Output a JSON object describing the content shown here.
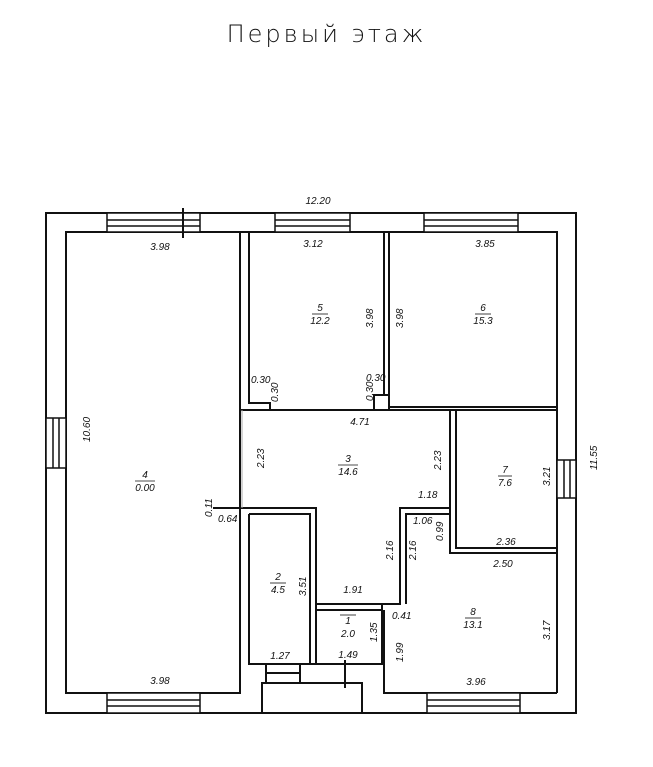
{
  "title": "Первый этаж",
  "overall": {
    "width": "12.20",
    "depth": "11.55"
  },
  "rooms": [
    {
      "number": "1",
      "area": "2.0"
    },
    {
      "number": "2",
      "area": "4.5"
    },
    {
      "number": "3",
      "area": "14.6"
    },
    {
      "number": "4",
      "area": "0.00"
    },
    {
      "number": "5",
      "area": "12.2"
    },
    {
      "number": "6",
      "area": "15.3"
    },
    {
      "number": "7",
      "area": "7.6"
    },
    {
      "number": "8",
      "area": "13.1"
    }
  ],
  "dims": {
    "r4_top": "3.98",
    "r4_bottom": "3.98",
    "r4_side": "10.60",
    "r5_top": "3.12",
    "r5_side": "3.98",
    "r6_top": "3.85",
    "r6_side": "3.98",
    "col_a_w": "0.30",
    "col_a_h": "0.30",
    "col_b_w": "0.30",
    "col_b_h": "0.30",
    "corr_len": "4.71",
    "r3_left": "2.23",
    "r3_right": "2.23",
    "r7_side": "3.21",
    "r7_bottom": "2.36",
    "r8_top": "2.50",
    "r8_side": "3.17",
    "r8_bottom": "3.96",
    "wall_011": "0.11",
    "wall_064": "0.64",
    "d118": "1.18",
    "d106": "1.06",
    "d099": "0.99",
    "d216a": "2.16",
    "d216b": "2.16",
    "r2_side": "3.51",
    "r2_bottom": "1.27",
    "r1_top": "1.91",
    "r1_side": "1.35",
    "r1_bottom": "1.49",
    "d041": "0.41",
    "d199": "1.99"
  }
}
